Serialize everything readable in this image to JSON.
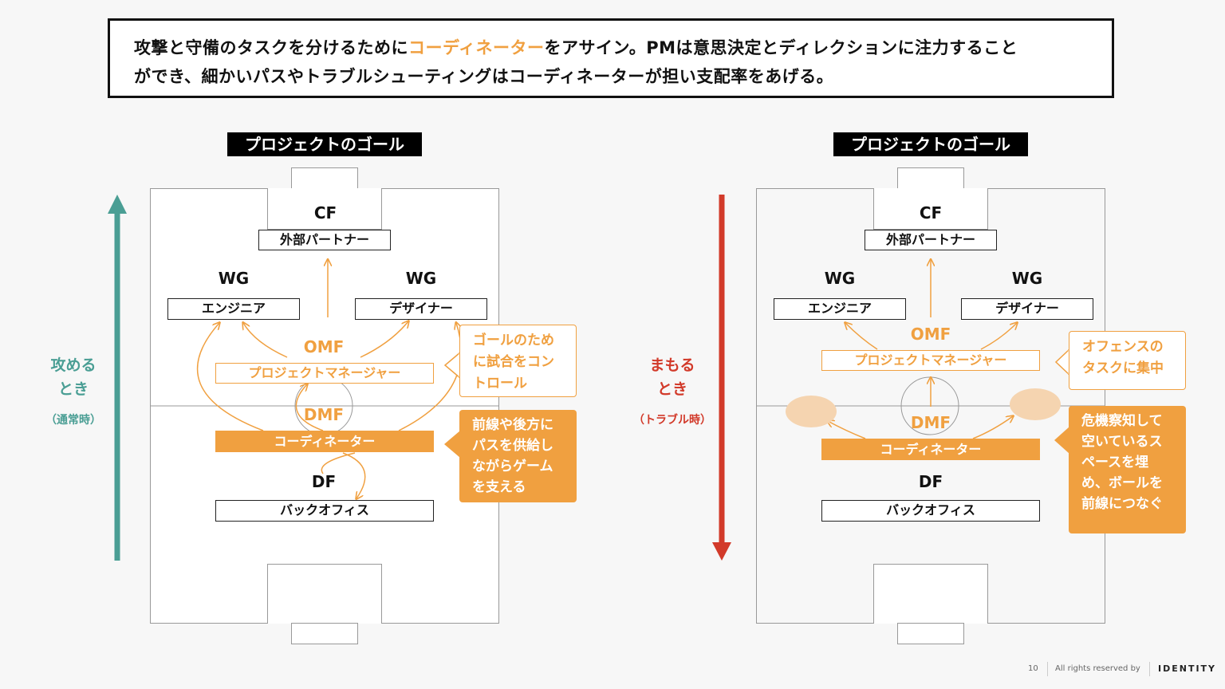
{
  "header": {
    "line1_pre": "攻撃と守備のタスクを分けるために",
    "line1_accent": "コーディネーター",
    "line1_post": "をアサイン。PMは意思決定とディレクションに注力すること",
    "line2": "ができ、細かいパスやトラブルシューティングはコーディネーターが担い支配率をあげる。"
  },
  "colors": {
    "accent": "#f0a040",
    "attack_arrow": "#4a9e94",
    "defend_arrow": "#d23a2a"
  },
  "left_panel": {
    "goal_label": "プロジェクトのゴール",
    "side_label_line1": "攻める",
    "side_label_line2": "とき",
    "side_sub": "（通常時）",
    "cf": "CF",
    "cf_role": "外部パートナー",
    "wg_left": "WG",
    "wg_left_role": "エンジニア",
    "wg_right": "WG",
    "wg_right_role": "デザイナー",
    "omf": "OMF",
    "omf_role": "プロジェクトマネージャー",
    "dmf": "DMF",
    "dmf_role": "コーディネーター",
    "df": "DF",
    "df_role": "バックオフィス",
    "callout_top": [
      "ゴールのため",
      "に試合をコン",
      "トロール"
    ],
    "callout_bottom": [
      "前線や後方に",
      "パスを供給し",
      "ながらゲーム",
      "を支える"
    ]
  },
  "right_panel": {
    "goal_label": "プロジェクトのゴール",
    "side_label_line1": "まもる",
    "side_label_line2": "とき",
    "side_sub": "（トラブル時）",
    "cf": "CF",
    "cf_role": "外部パートナー",
    "wg_left": "WG",
    "wg_left_role": "エンジニア",
    "wg_right": "WG",
    "wg_right_role": "デザイナー",
    "omf": "OMF",
    "omf_role": "プロジェクトマネージャー",
    "dmf": "DMF",
    "dmf_role": "コーディネーター",
    "df": "DF",
    "df_role": "バックオフィス",
    "callout_top": [
      "オフェンスの",
      "タスクに集中"
    ],
    "callout_bottom": [
      "危機察知して",
      "空いているス",
      "ペースを埋",
      "め、ボールを",
      "前線につなぐ"
    ]
  },
  "footer": {
    "page": "10",
    "rights": "All rights reserved by",
    "brand": "IDENTITY"
  }
}
